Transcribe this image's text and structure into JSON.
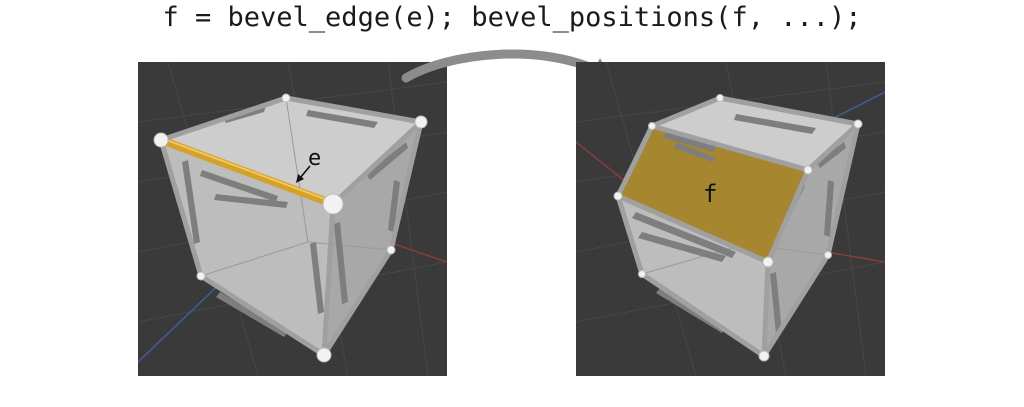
{
  "header": {
    "code": "f = bevel_edge(e); bevel_positions(f, ...);"
  },
  "before": {
    "edge_label": "e"
  },
  "after": {
    "face_label": "f"
  },
  "colors": {
    "background": "#ffffff",
    "viewport": "#3a3a3a",
    "cube_face": "#c4c4c4",
    "edge_highlight": "#d4a12a",
    "bevel_face": "#a6862e",
    "arrow": "#8c8c8c"
  }
}
